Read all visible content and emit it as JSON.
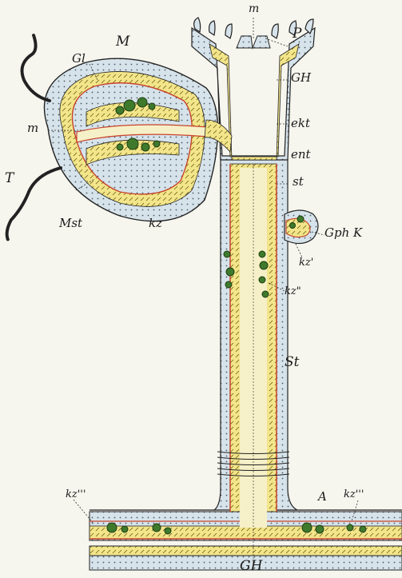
{
  "labels": {
    "m_top": "m",
    "P": "P",
    "M": "M",
    "Gl": "Gl",
    "GH_upper": "GH",
    "ekt": "ekt",
    "m_side": "m",
    "ent": "ent",
    "st": "st",
    "T": "T",
    "Mst": "Mst",
    "kz": "kz",
    "Gph_K": "Gph K",
    "kz_prime": "kz'",
    "kz_double": "kz\"",
    "St": "St",
    "kz_triple_left": "kz'''",
    "A": "A",
    "kz_triple_right": "kz'''",
    "GH_bottom": "GH"
  },
  "colors": {
    "ectoderm": "#d7e3ea",
    "endoderm": "#f2e58a",
    "mesogloea": "#c8432a",
    "germ_cells": "#3f7a2c",
    "outline": "#222222"
  }
}
